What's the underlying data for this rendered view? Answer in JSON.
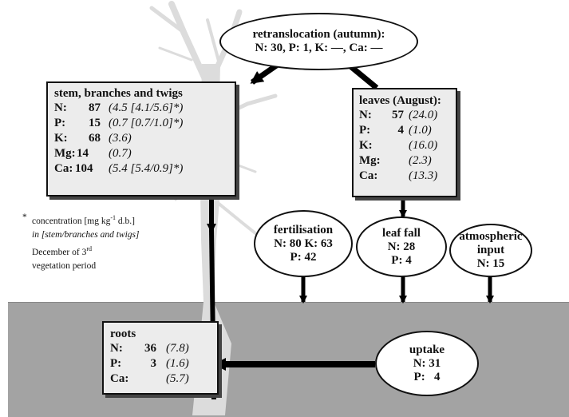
{
  "retranslocation": {
    "title": "retranslocation (autumn):",
    "values": "N: 30, P: 1, K: —, Ca: —"
  },
  "stem": {
    "title": "stem, branches and twigs",
    "rows": [
      {
        "element": "N:",
        "value": "87",
        "conc": "(4.5 [4.1/5.6]*)"
      },
      {
        "element": "P:",
        "value": "15",
        "conc": "(0.7 [0.7/1.0]*)"
      },
      {
        "element": "K:",
        "value": "68",
        "conc": "(3.6)"
      },
      {
        "element": "Mg:",
        "value": "14",
        "conc": "(0.7)"
      },
      {
        "element": "Ca:",
        "value": "104",
        "conc": "(5.4 [5.4/0.9]*)"
      }
    ]
  },
  "leaves": {
    "title": "leaves (August):",
    "rows": [
      {
        "element": "N:",
        "value": "57",
        "conc": "(24.0)"
      },
      {
        "element": "P:",
        "value": "4",
        "conc": "(1.0)"
      },
      {
        "element": "K:",
        "value": "",
        "conc": "(16.0)"
      },
      {
        "element": "Mg:",
        "value": "",
        "conc": "(2.3)"
      },
      {
        "element": "Ca:",
        "value": "",
        "conc": "(13.3)"
      }
    ]
  },
  "roots": {
    "title": "roots",
    "rows": [
      {
        "element": "N:",
        "value": "36",
        "conc": "(7.8)"
      },
      {
        "element": "P:",
        "value": "3",
        "conc": "(1.6)"
      },
      {
        "element": "Ca:",
        "value": "",
        "conc": "(5.7)"
      }
    ]
  },
  "fertilisation": {
    "title": "fertilisation",
    "line1": "N: 80 K: 63",
    "line2": "P: 42"
  },
  "leaf_fall": {
    "title": "leaf fall",
    "line1": "N: 28",
    "line2": "P: 4"
  },
  "atmospheric": {
    "title1": "atmospheric",
    "title2": "input",
    "line1": "N: 15"
  },
  "uptake": {
    "title": "uptake",
    "line1": "N: 31",
    "line2": "P:   4"
  },
  "note": {
    "star": "*",
    "line1_pre": "concentration [mg kg",
    "line1_sup": "-1",
    "line1_post": " d.b.]",
    "line2": "in [stem/branches and twigs]",
    "line3_pre": "December of 3",
    "line3_sup": "rd",
    "line4": "vegetation period"
  },
  "colors": {
    "soil": "#a3a3a3",
    "box_fill": "#ececec",
    "tree": "#dcdcdc",
    "arrow": "#000000"
  }
}
